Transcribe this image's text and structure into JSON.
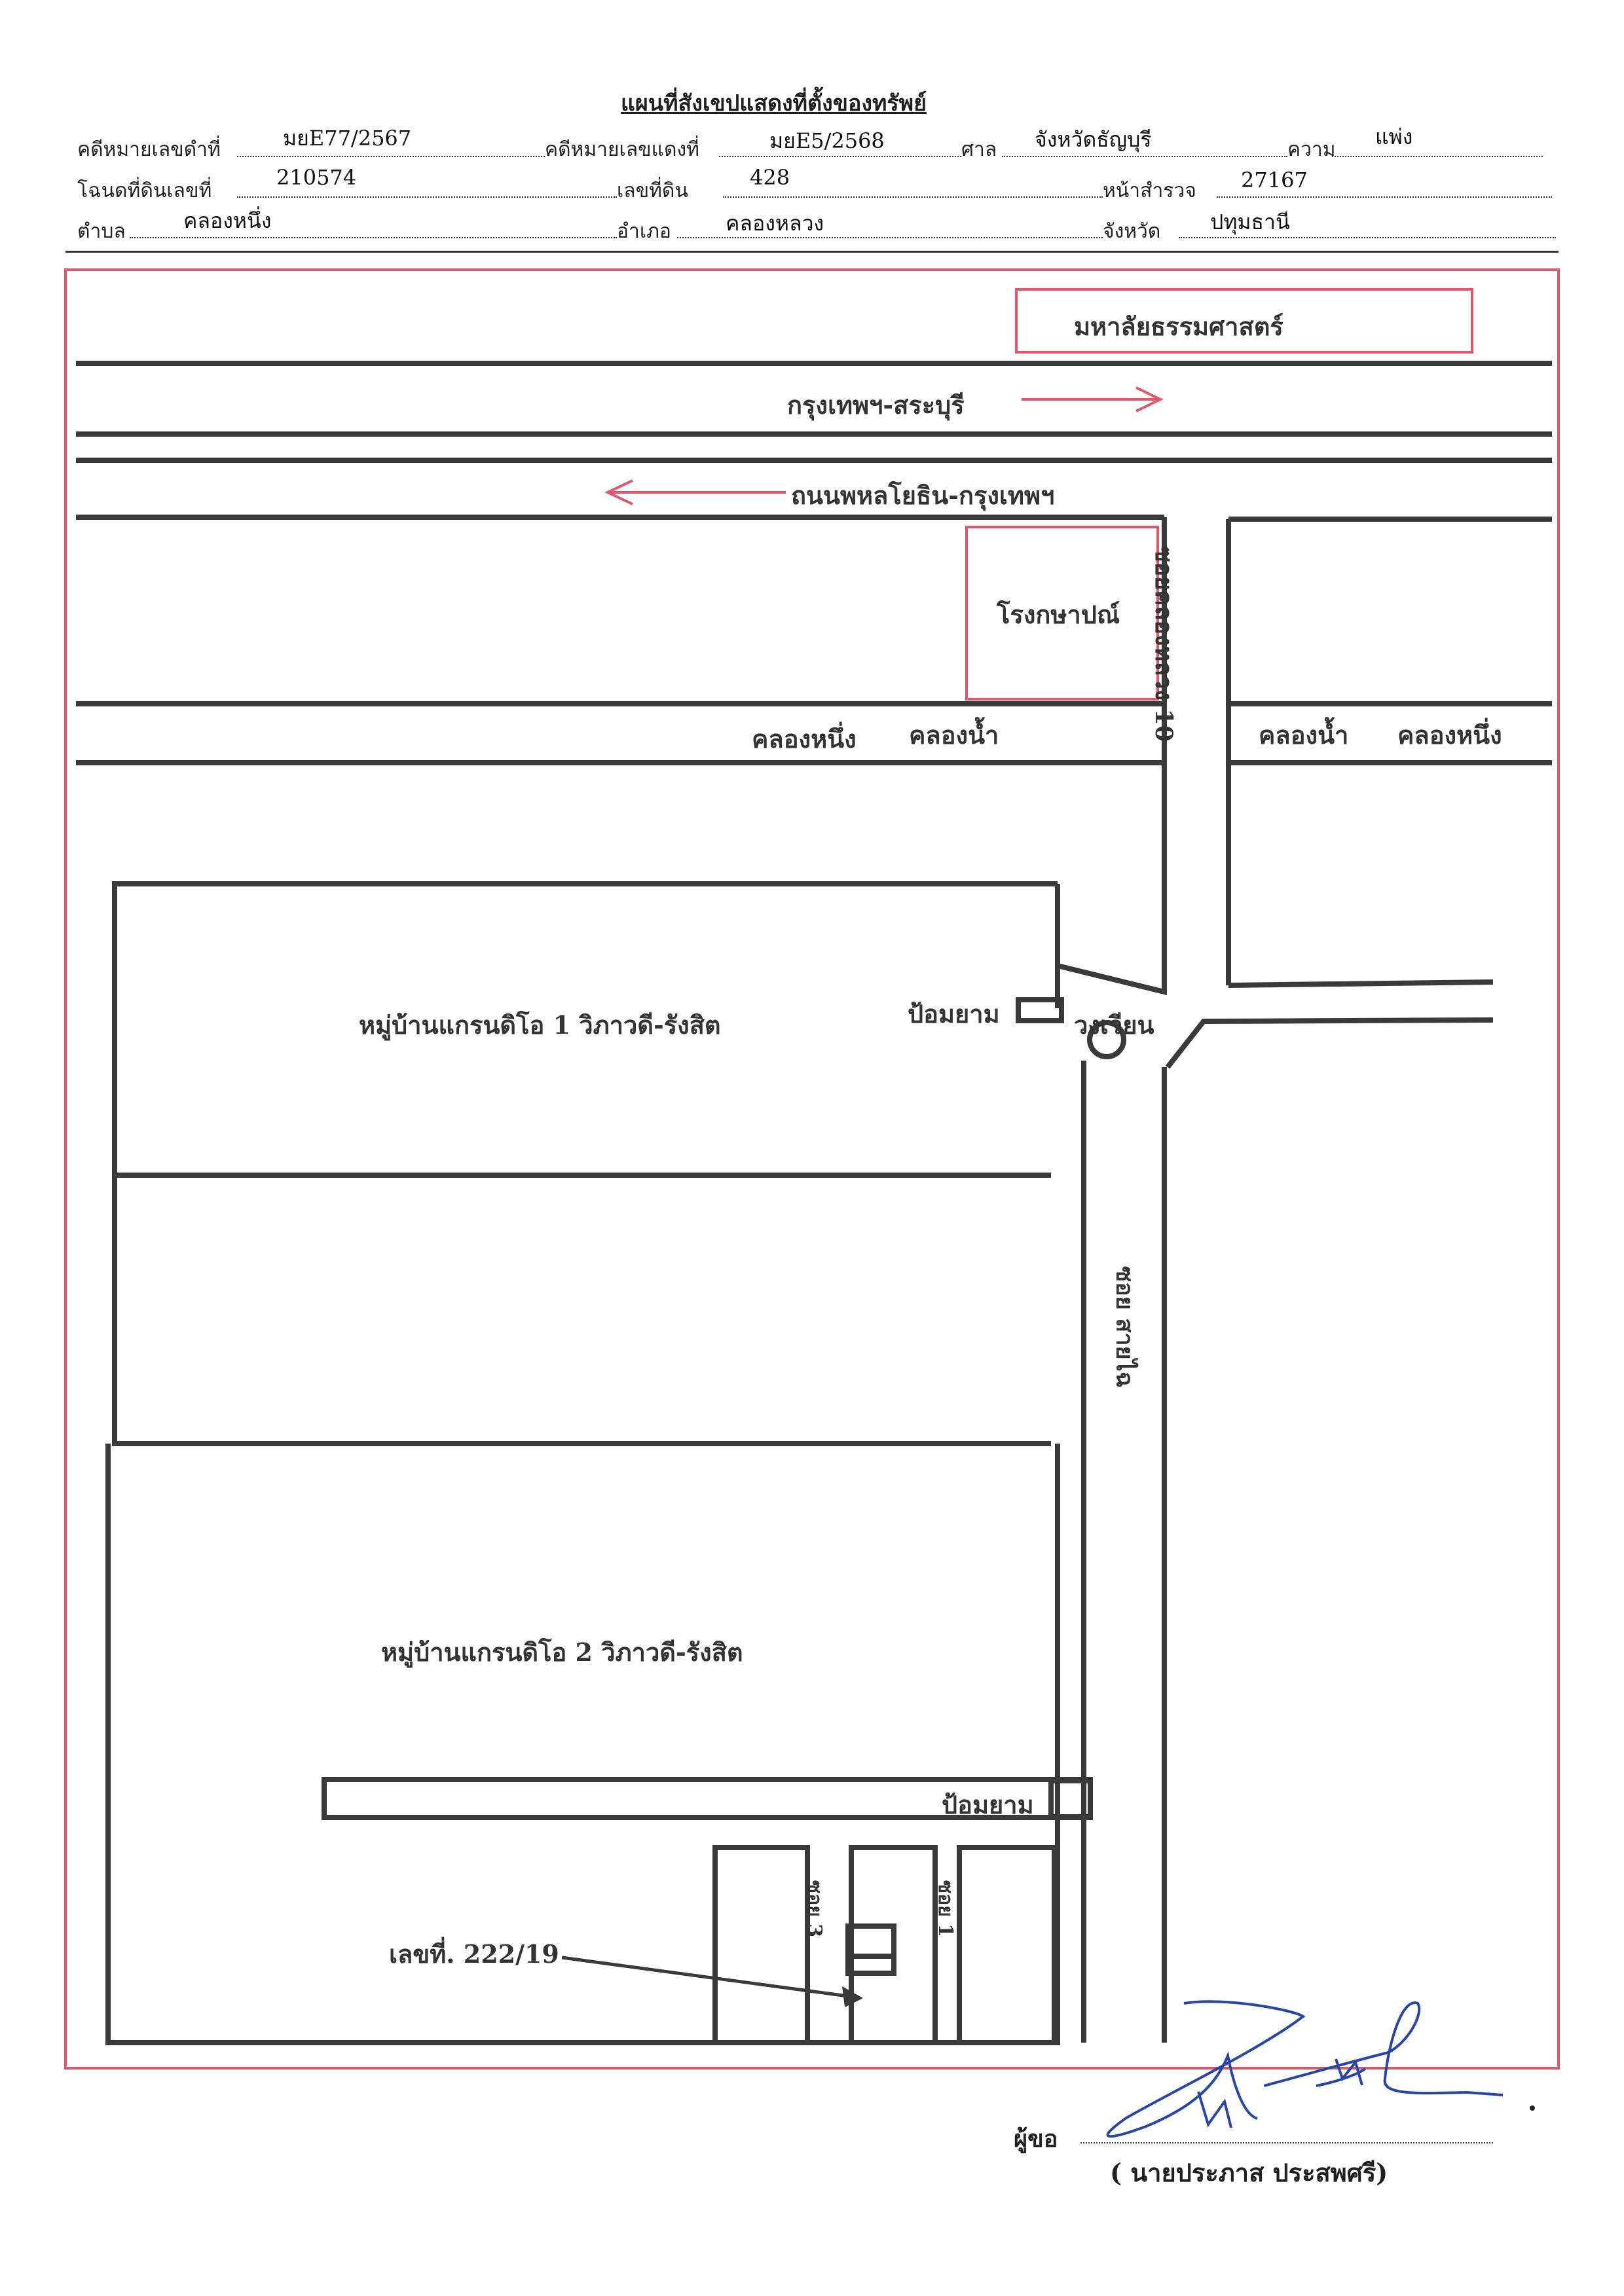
{
  "header": {
    "title": "แผนที่สังเขปแสดงที่ตั้งของทรัพย์",
    "black_case_label": "คดีหมายเลขดำที่",
    "black_case_value": "มยE77/2567",
    "red_case_label": "คดีหมายเลขแดงที่",
    "red_case_value": "มยE5/2568",
    "court_label": "ศาล",
    "court_value": "จังหวัดธัญบุรี",
    "case_type_label": "ความ",
    "case_type_value": "แพ่ง",
    "deed_label": "โฉนดที่ดินเลขที่",
    "deed_value": "210574",
    "land_no_label": "เลขที่ดิน",
    "land_no_value": "428",
    "survey_label": "หน้าสำรวจ",
    "survey_value": "27167",
    "subdistrict_label": "ตำบล",
    "subdistrict_value": "คลองหนึ่ง",
    "district_label": "อำเภอ",
    "district_value": "คลองหลวง",
    "province_label": "จังหวัด",
    "province_value": "ปทุมธานี"
  },
  "map": {
    "university": "มหาลัยธรรมศาสตร์",
    "road_outbound": "กรุงเทพฯ-สระบุรี",
    "road_inbound": "ถนนพหลโยธิน-กรุงเทพฯ",
    "school": "โรงกษาปณ์",
    "soi_main": "ซอยคลองหลวง 10",
    "canal_left_1": "คลองหนึ่ง",
    "canal_left_2": "คลองน้ำ",
    "canal_right_1": "คลองน้ำ",
    "canal_right_2": "คลองหนึ่ง",
    "village_1": "หมู่บ้านแกรนดิโอ 1 วิภาวดี-รังสิต",
    "village_2": "หมู่บ้านแกรนดิโอ 2 วิภาวดี-รังสิต",
    "guard_1": "ป้อมยาม",
    "roundabout": "วงเวียน",
    "soi_side": "ซอย สายไฉ",
    "guard_2": "ป้อมยาม",
    "soi_3": "ซอย 3",
    "soi_1": "ซอย 1",
    "house_no": "เลขที่. 222/19",
    "colors": {
      "frame": "#e0566a",
      "road": "#3a3a3a",
      "arrow": "#e0566a",
      "signature": "#2747a8"
    }
  },
  "footer": {
    "applicant_label": "ผู้ขอ",
    "applicant_name": "( นายประภาส ประสพศรี)"
  }
}
